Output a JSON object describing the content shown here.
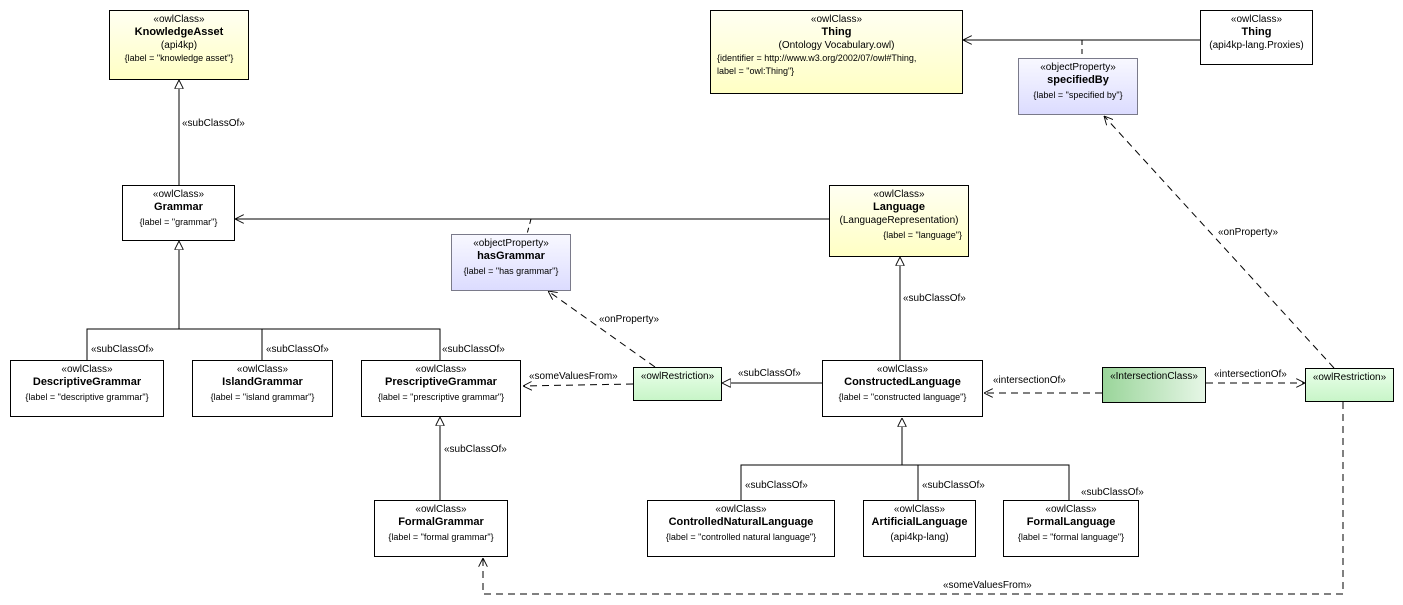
{
  "nodes": {
    "knowledge_asset": {
      "stereotype": "«owlClass»",
      "name": "KnowledgeAsset",
      "subtitle": "(api4kp)",
      "label": "{label = \"knowledge asset\"}"
    },
    "thing_owl": {
      "stereotype": "«owlClass»",
      "name": "Thing",
      "subtitle": "(Ontology Vocabulary.owl)",
      "label_line1": "{identifier = http://www.w3.org/2002/07/owl#Thing,",
      "label_line2": "label = \"owl:Thing\"}"
    },
    "thing_proxies": {
      "stereotype": "«owlClass»",
      "name": "Thing",
      "subtitle": "(api4kp-lang.Proxies)"
    },
    "specified_by": {
      "stereotype": "«objectProperty»",
      "name": "specifiedBy",
      "label": "{label = \"specified by\"}"
    },
    "grammar": {
      "stereotype": "«owlClass»",
      "name": "Grammar",
      "label": "{label = \"grammar\"}"
    },
    "language": {
      "stereotype": "«owlClass»",
      "name": "Language",
      "subtitle": "(LanguageRepresentation)",
      "label": "{label = \"language\"}"
    },
    "has_grammar": {
      "stereotype": "«objectProperty»",
      "name": "hasGrammar",
      "label": "{label = \"has grammar\"}"
    },
    "descriptive_grammar": {
      "stereotype": "«owlClass»",
      "name": "DescriptiveGrammar",
      "label": "{label = \"descriptive grammar\"}"
    },
    "island_grammar": {
      "stereotype": "«owlClass»",
      "name": "IslandGrammar",
      "label": "{label = \"island grammar\"}"
    },
    "prescriptive_grammar": {
      "stereotype": "«owlClass»",
      "name": "PrescriptiveGrammar",
      "label": "{label = \"prescriptive grammar\"}"
    },
    "restriction_left": {
      "stereotype": "«owlRestriction»"
    },
    "constructed_language": {
      "stereotype": "«owlClass»",
      "name": "ConstructedLanguage",
      "label": "{label = \"constructed language\"}"
    },
    "intersection_class": {
      "stereotype": "«IntersectionClass»"
    },
    "restriction_right": {
      "stereotype": "«owlRestriction»"
    },
    "formal_grammar": {
      "stereotype": "«owlClass»",
      "name": "FormalGrammar",
      "label": "{label = \"formal grammar\"}"
    },
    "controlled_natural_language": {
      "stereotype": "«owlClass»",
      "name": "ControlledNaturalLanguage",
      "label": "{label = \"controlled natural language\"}"
    },
    "artificial_language": {
      "stereotype": "«owlClass»",
      "name": "ArtificialLanguage",
      "subtitle": "(api4kp-lang)"
    },
    "formal_language": {
      "stereotype": "«owlClass»",
      "name": "FormalLanguage",
      "label": "{label = \"formal language\"}"
    }
  },
  "edge_labels": {
    "ka_subclass": "«subClassOf»",
    "desc_subclass": "«subClassOf»",
    "island_subclass": "«subClassOf»",
    "presc_subclass": "«subClassOf»",
    "formal_grammar_subclass": "«subClassOf»",
    "lang_subclass": "«subClassOf»",
    "cl_restriction_subclass": "«subClassOf»",
    "cnl_subclass": "«subClassOf»",
    "al_subclass": "«subClassOf»",
    "fl_subclass": "«subClassOf»",
    "some_values_left": "«someValuesFrom»",
    "on_property_left": "«onProperty»",
    "on_property_right": "«onProperty»",
    "intersection_left": "«intersectionOf»",
    "intersection_right": "«intersectionOf»",
    "some_values_bottom": "«someValuesFrom»"
  },
  "colors": {
    "owl_class": "#ffffc4",
    "object_property": "#dcdcff",
    "owl_restriction": "#c8f5c8",
    "intersection_class": "#9ad59a"
  }
}
